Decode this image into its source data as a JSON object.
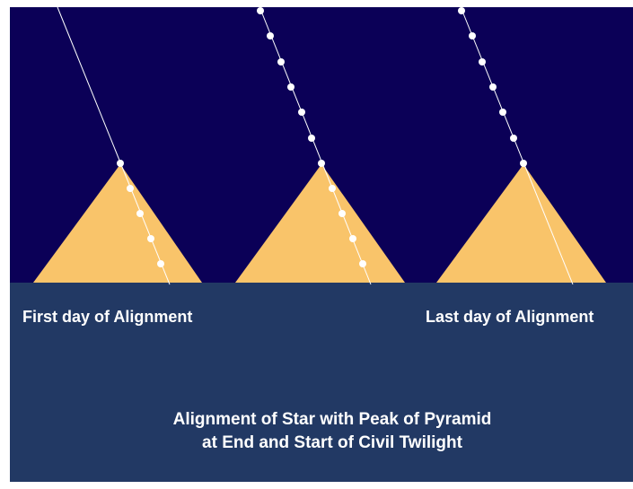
{
  "colors": {
    "sky": "#0b0057",
    "ground": "#223964",
    "pyramid": "#f9c46a",
    "star_path": "#ffffff",
    "text": "#ffffff"
  },
  "labels": {
    "first_day": "First day of Alignment",
    "last_day": "Last day of Alignment"
  },
  "caption": {
    "line1": "Alignment of Star with Peak of Pyramid",
    "line2": "at End and Start of Civil Twilight"
  },
  "panels": [
    {
      "name": "first-day-alignment"
    },
    {
      "name": "middle-alignment"
    },
    {
      "name": "last-day-alignment"
    }
  ]
}
